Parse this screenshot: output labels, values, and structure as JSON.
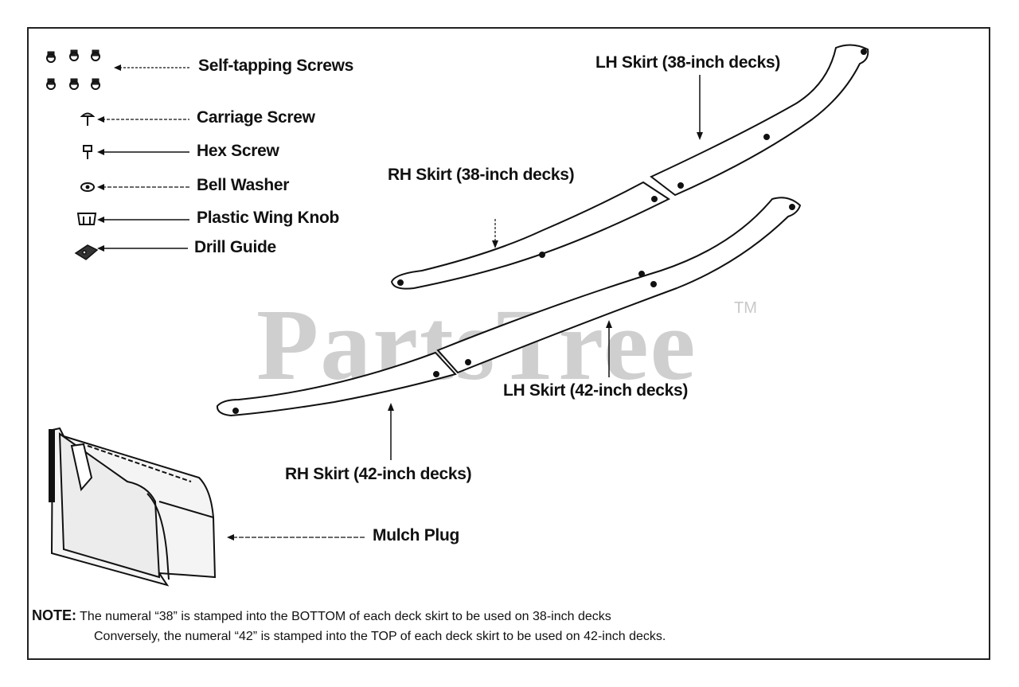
{
  "watermark": {
    "text": "PartsTree",
    "mark": "TM"
  },
  "labels": {
    "self_tapping_screws": "Self-tapping Screws",
    "carriage_screw": "Carriage Screw",
    "hex_screw": "Hex Screw",
    "bell_washer": "Bell Washer",
    "plastic_wing_knob": "Plastic Wing Knob",
    "drill_guide": "Drill Guide",
    "lh_skirt_38": "LH Skirt (38-inch decks)",
    "rh_skirt_38": "RH Skirt (38-inch decks)",
    "lh_skirt_42": "LH Skirt (42-inch decks)",
    "rh_skirt_42": "RH Skirt (42-inch decks)",
    "mulch_plug": "Mulch Plug"
  },
  "note": {
    "prefix": "NOTE:",
    "line1": "The numeral “38” is stamped into the BOTTOM of each deck skirt to be used on 38-inch decks",
    "line2": "Conversely, the numeral “42” is stamped into the TOP of each deck skirt to be used on 42-inch decks."
  }
}
